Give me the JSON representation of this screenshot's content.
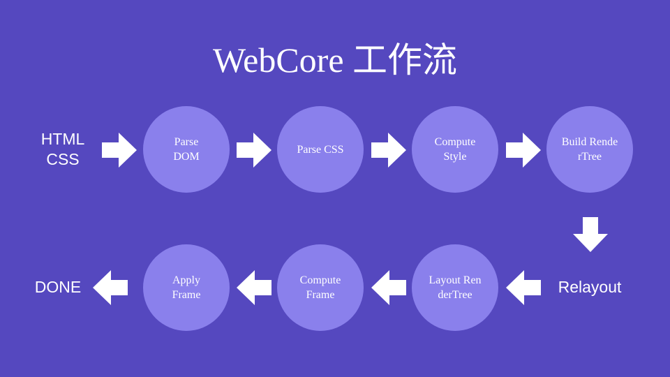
{
  "title": "WebCore 工作流",
  "colors": {
    "background": "#5548BF",
    "node": "#8A80EC",
    "arrow": "#FFFFFF"
  },
  "input_label": {
    "line1": "HTML",
    "line2": "CSS"
  },
  "row1": [
    {
      "label": "Parse DOM"
    },
    {
      "label": "Parse CSS"
    },
    {
      "label": "Compute Style"
    },
    {
      "label": "Build RenderTree"
    }
  ],
  "relayout_label": "Relayout",
  "row2": [
    {
      "label": "Layout RenderTree"
    },
    {
      "label": "Compute Frame"
    },
    {
      "label": "Apply Frame"
    }
  ],
  "done_label": "DONE"
}
